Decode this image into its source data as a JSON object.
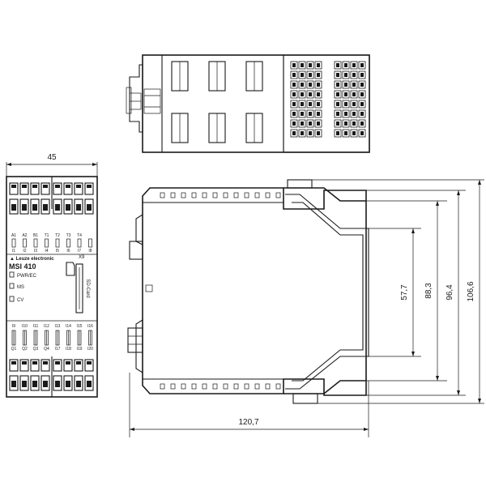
{
  "dimensions": {
    "front_width": "45",
    "side_depth": "120,7",
    "height_1": "57,7",
    "height_2": "88,3",
    "height_3": "96,4",
    "height_4": "106,6"
  },
  "device": {
    "brand": "Leuze electronic",
    "model": "MSI 410",
    "slot_label": "X9",
    "sd_label": "SD-Card",
    "leds": [
      "PWR/EC",
      "MS",
      "CV"
    ]
  },
  "terminals": {
    "top_row_upper": [
      "A1",
      "A2",
      "B1",
      "T1",
      "T2",
      "T3",
      "T4"
    ],
    "top_row_lower": [
      "I1",
      "I2",
      "I3",
      "I4",
      "I5",
      "I6",
      "I7",
      "I8"
    ],
    "bottom_row_upper": [
      "I9",
      "I10",
      "I11",
      "I12",
      "I13",
      "I14",
      "I15",
      "I16"
    ],
    "bottom_row_lower": [
      "Q1",
      "Q2",
      "Q3",
      "Q4",
      "I17",
      "I18",
      "I19",
      "I20"
    ]
  }
}
